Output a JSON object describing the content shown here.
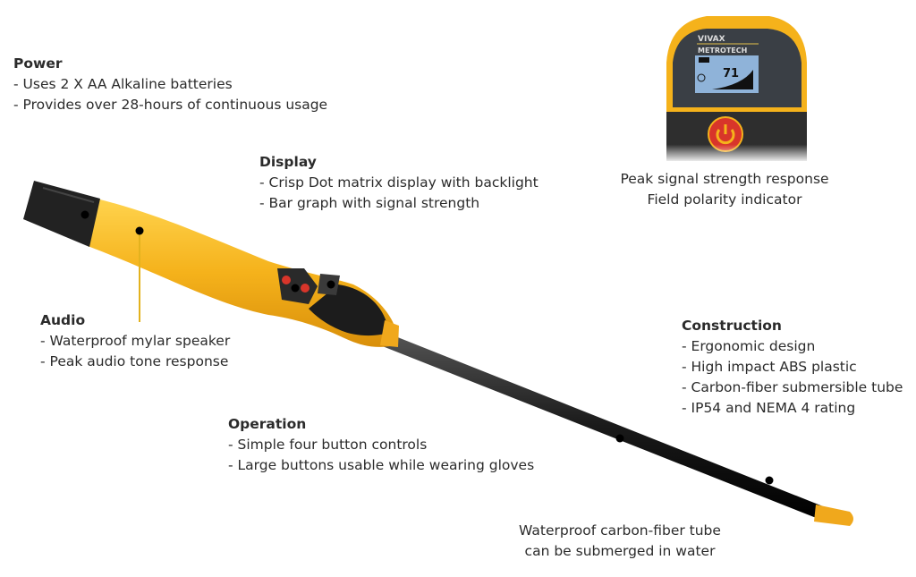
{
  "callouts": {
    "power": {
      "title": "Power",
      "lines": [
        "- Uses 2 X AA Alkaline batteries",
        "- Provides over 28-hours of continuous usage"
      ]
    },
    "display": {
      "title": "Display",
      "lines": [
        "- Crisp Dot matrix display with backlight",
        "- Bar graph with signal strength"
      ]
    },
    "audio": {
      "title": "Audio",
      "lines": [
        "- Waterproof mylar speaker",
        "- Peak audio tone response"
      ]
    },
    "operation": {
      "title": "Operation",
      "lines": [
        "- Simple four button controls",
        "- Large buttons usable while wearing gloves"
      ]
    },
    "construction": {
      "title": "Construction",
      "lines": [
        "- Ergonomic design",
        "- High impact ABS plastic",
        "- Carbon-fiber submersible tube",
        "- IP54 and NEMA 4 rating"
      ]
    },
    "tube": {
      "lines": [
        "Waterproof carbon-fiber tube",
        "can be submerged in water"
      ]
    },
    "inset": {
      "lines": [
        "Peak signal strength response",
        "Field polarity indicator"
      ]
    }
  },
  "device_screen": {
    "brand_top": "VIVAX",
    "brand_bottom": "METROTECH",
    "signal_value": "71"
  },
  "colors": {
    "body": "#f5b21b",
    "leader_top": "#c9d82a",
    "leader_bottom": "#f0a81c",
    "black": "#1c1c1c"
  }
}
